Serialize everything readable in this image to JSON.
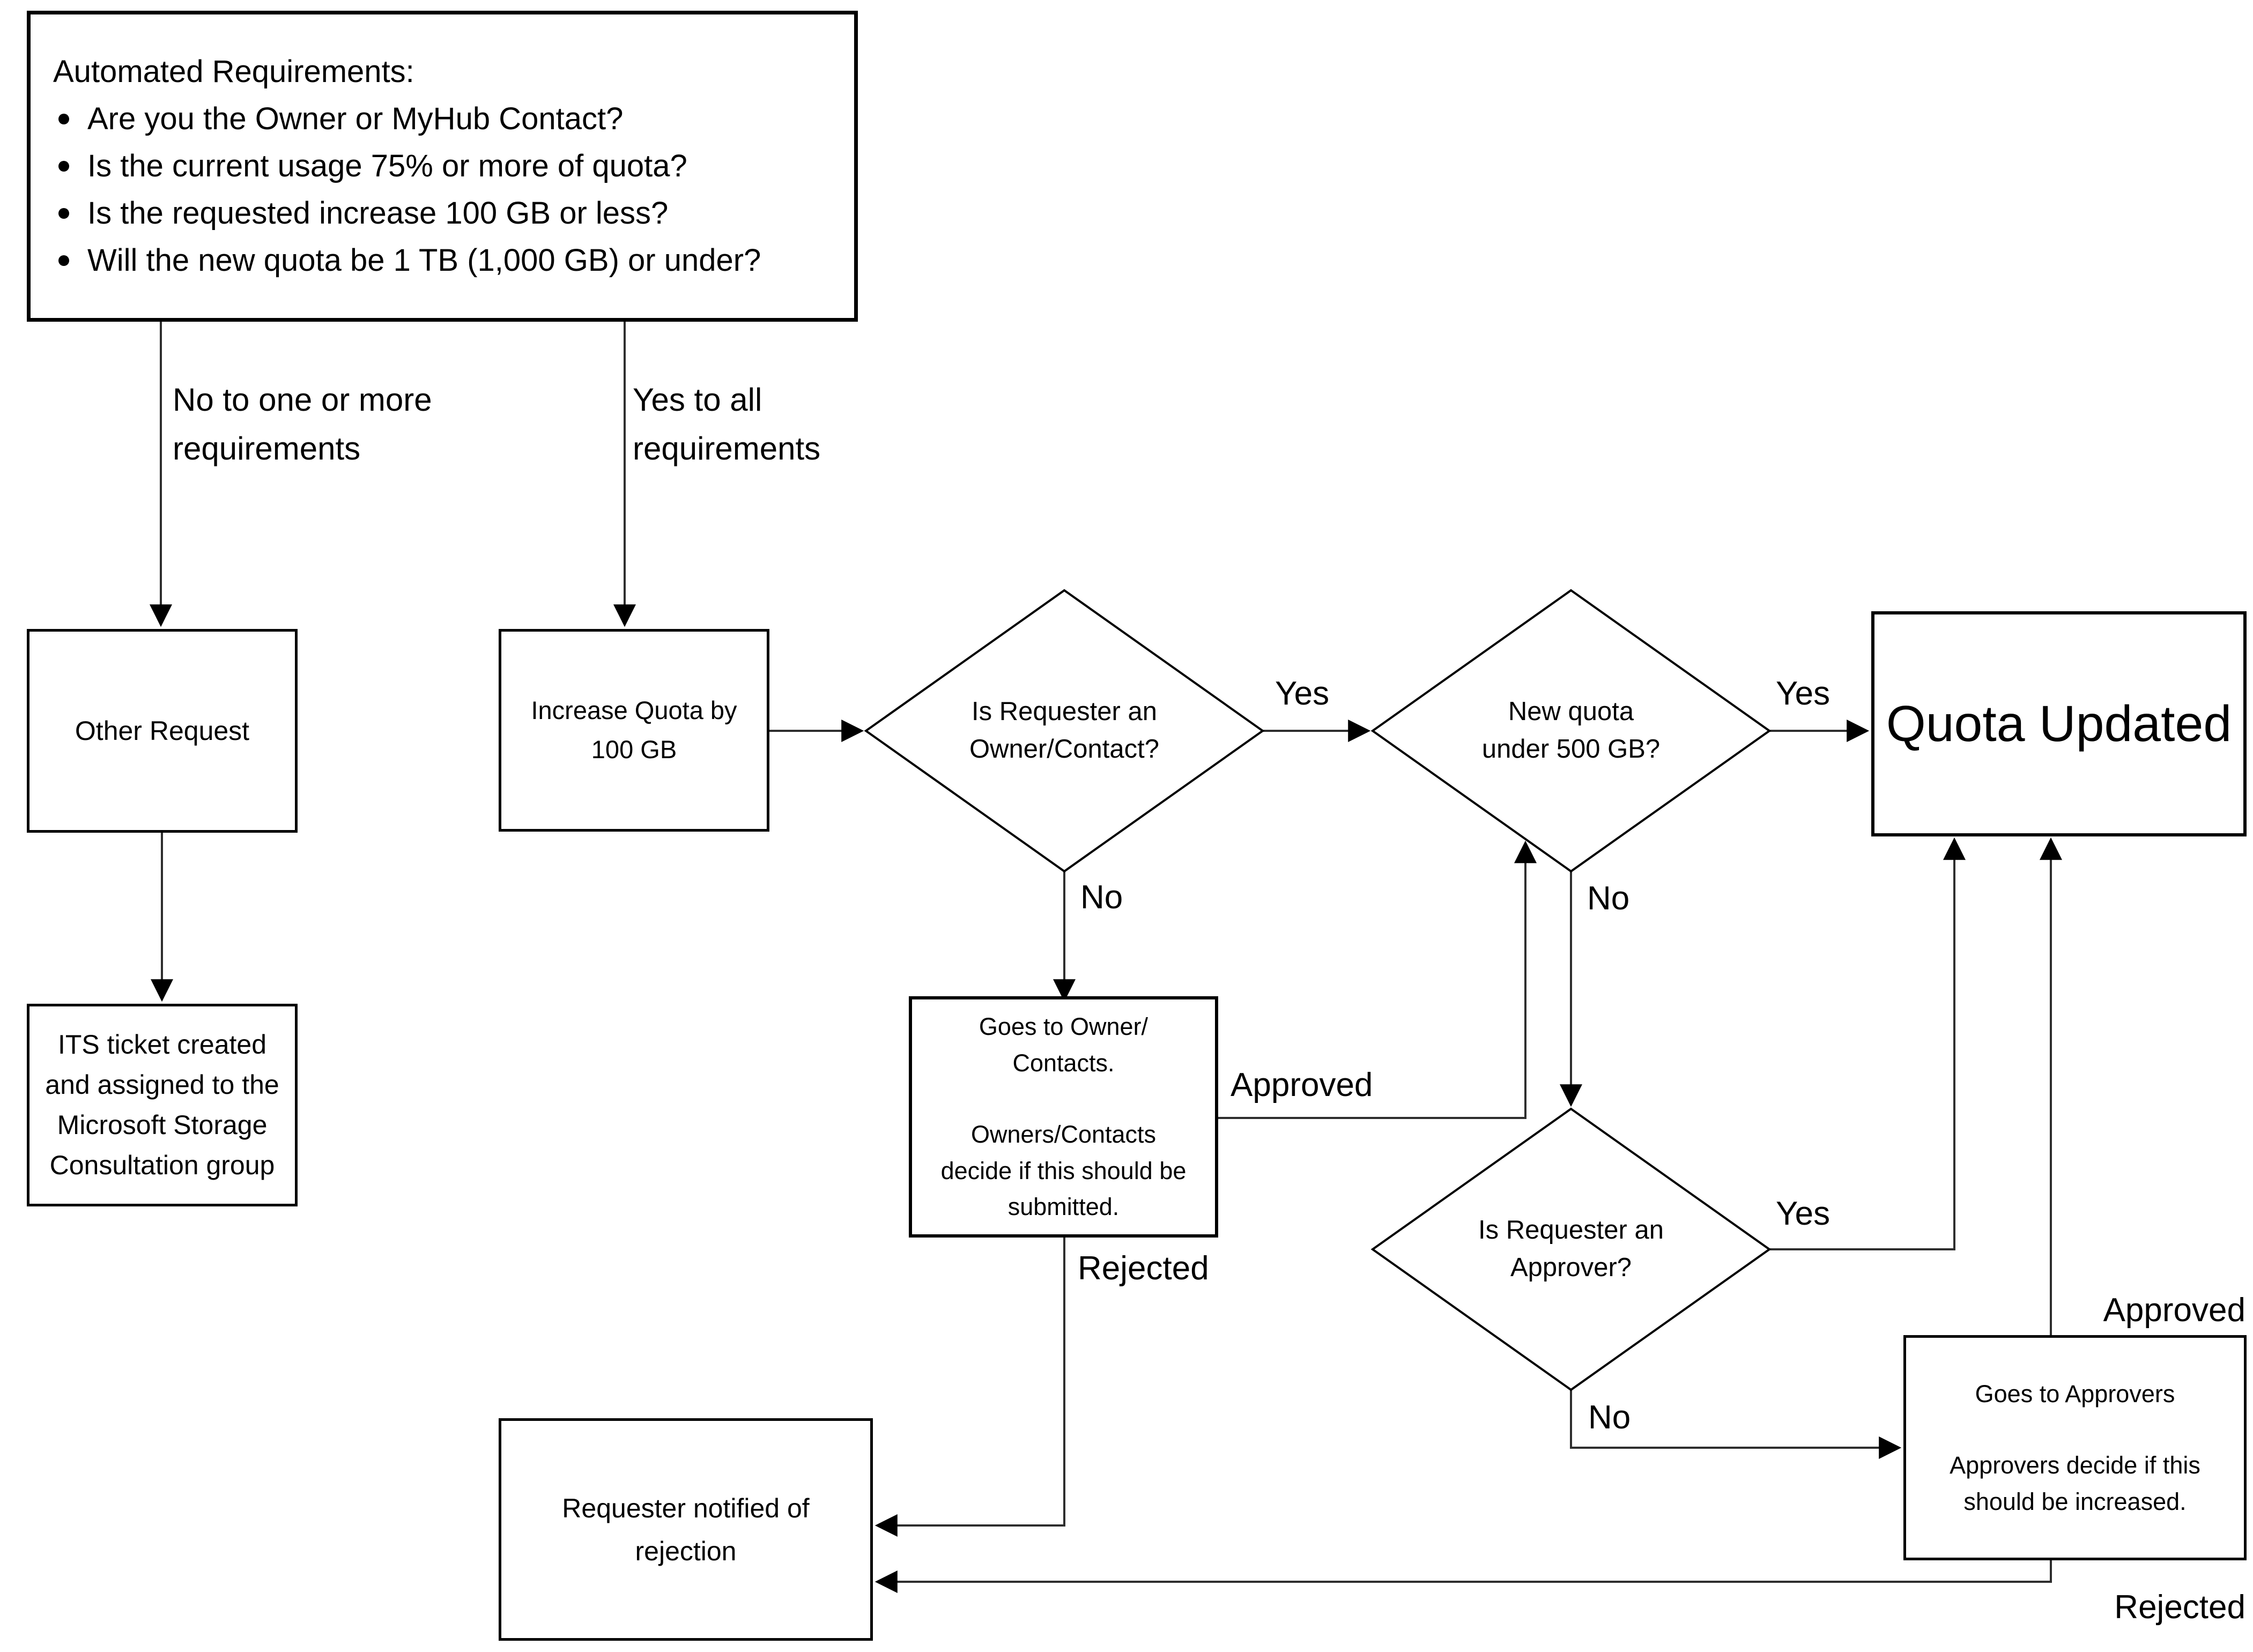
{
  "diagram": {
    "requirements_box": {
      "title": "Automated Requirements:",
      "bullets": [
        "Are you the Owner or MyHub Contact?",
        "Is the current usage 75% or more of quota?",
        "Is the requested increase 100 GB or less?",
        "Will the new quota be 1 TB (1,000 GB) or under?"
      ]
    },
    "branch_labels": {
      "no_line1": "No to one or more",
      "no_line2": "requirements",
      "yes_line1": "Yes to all",
      "yes_line2": "requirements"
    },
    "nodes": {
      "other_request": "Other Request",
      "its_line1": "ITS ticket created",
      "its_line2": "and assigned to the",
      "its_line3": "Microsoft Storage",
      "its_line4": "Consultation group",
      "increase_line1": "Increase Quota by",
      "increase_line2": "100 GB",
      "decision_owner_line1": "Is Requester an",
      "decision_owner_line2": "Owner/Contact?",
      "decision_500_line1": "New quota",
      "decision_500_line2": "under 500 GB?",
      "decision_approver_line1": "Is Requester an",
      "decision_approver_line2": "Approver?",
      "quota_updated": "Quota Updated",
      "goes_owner_line1": "Goes to Owner/",
      "goes_owner_line2": "Contacts.",
      "goes_owner_line3": "Owners/Contacts",
      "goes_owner_line4": "decide if this should be",
      "goes_owner_line5": "submitted.",
      "approvers_line1": "Goes to Approvers",
      "approvers_line2": "Approvers decide if this",
      "approvers_line3": "should be increased.",
      "requester_line1": "Requester notified of",
      "requester_line2": "rejection"
    },
    "edge_labels": {
      "owner_yes": "Yes",
      "owner_no": "No",
      "quota500_yes": "Yes",
      "quota500_no": "No",
      "approver_yes": "Yes",
      "approver_no": "No",
      "owner_approved": "Approved",
      "owner_rejected": "Rejected",
      "approvers_approved": "Approved",
      "approvers_rejected": "Rejected"
    },
    "colors": {
      "background": "#ffffff",
      "stroke": "#000000",
      "connector": "#2e2e2e"
    }
  }
}
